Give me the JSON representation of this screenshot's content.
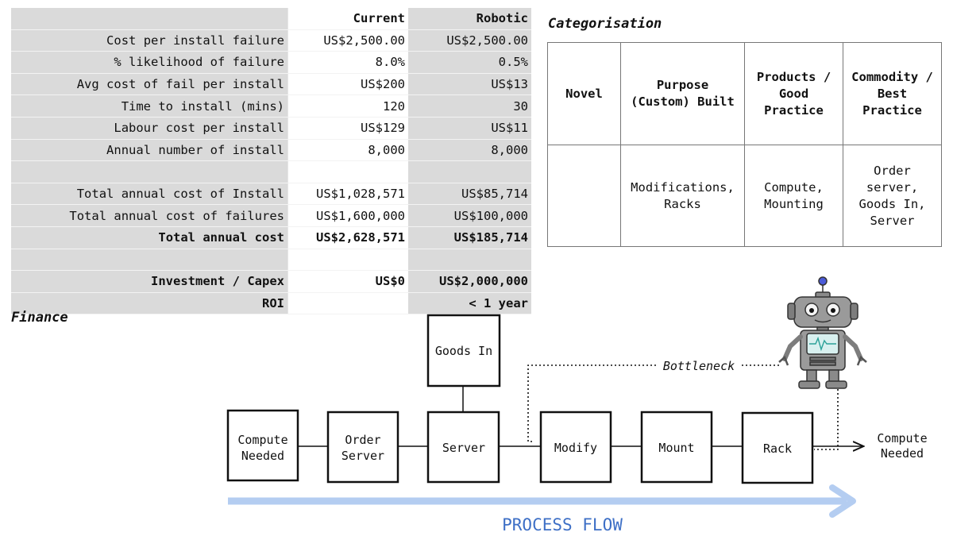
{
  "finance": {
    "title": "Finance",
    "headers": [
      "",
      "Current",
      "Robotic"
    ],
    "rows": [
      {
        "label": "Cost per install failure",
        "current": "US$2,500.00",
        "robotic": "US$2,500.00",
        "bold": false
      },
      {
        "label": "% likelihood of failure",
        "current": "8.0%",
        "robotic": "0.5%",
        "bold": false
      },
      {
        "label": "Avg cost of fail per install",
        "current": "US$200",
        "robotic": "US$13",
        "bold": false
      },
      {
        "label": "Time to install (mins)",
        "current": "120",
        "robotic": "30",
        "bold": false
      },
      {
        "label": "Labour cost per install",
        "current": "US$129",
        "robotic": "US$11",
        "bold": false
      },
      {
        "label": "Annual number of install",
        "current": "8,000",
        "robotic": "8,000",
        "bold": false
      },
      {
        "label": "",
        "current": "",
        "robotic": "",
        "bold": false
      },
      {
        "label": "Total annual cost of Install",
        "current": "US$1,028,571",
        "robotic": "US$85,714",
        "bold": false
      },
      {
        "label": "Total annual cost of failures",
        "current": "US$1,600,000",
        "robotic": "US$100,000",
        "bold": false
      },
      {
        "label": "Total annual cost",
        "current": "US$2,628,571",
        "robotic": "US$185,714",
        "bold": true
      },
      {
        "label": "",
        "current": "",
        "robotic": "",
        "bold": false
      },
      {
        "label": "Investment / Capex",
        "current": "US$0",
        "robotic": "US$2,000,000",
        "bold": true
      },
      {
        "label": "ROI",
        "current": "",
        "robotic": "< 1 year",
        "bold": true
      }
    ]
  },
  "categorisation": {
    "title": "Categorisation",
    "headers": [
      "Novel",
      "Purpose (Custom) Built",
      "Products / Good Practice",
      "Commodity / Best Practice"
    ],
    "values": [
      "",
      "Modifications, Racks",
      "Compute, Mounting",
      "Order server, Goods In, Server"
    ]
  },
  "process": {
    "boxes": {
      "goods_in": [
        "Goods In"
      ],
      "compute_needed": [
        "Compute",
        "Needed"
      ],
      "order_server": [
        "Order",
        "Server"
      ],
      "server": [
        "Server"
      ],
      "modify": [
        "Modify"
      ],
      "mount": [
        "Mount"
      ],
      "rack": [
        "Rack"
      ]
    },
    "output_label": [
      "Compute",
      "Needed"
    ],
    "bottleneck_label": "Bottleneck",
    "flow_label": "PROCESS FLOW",
    "flow_color": "#b4cdf1",
    "flow_text_color": "#3d6fc6"
  }
}
